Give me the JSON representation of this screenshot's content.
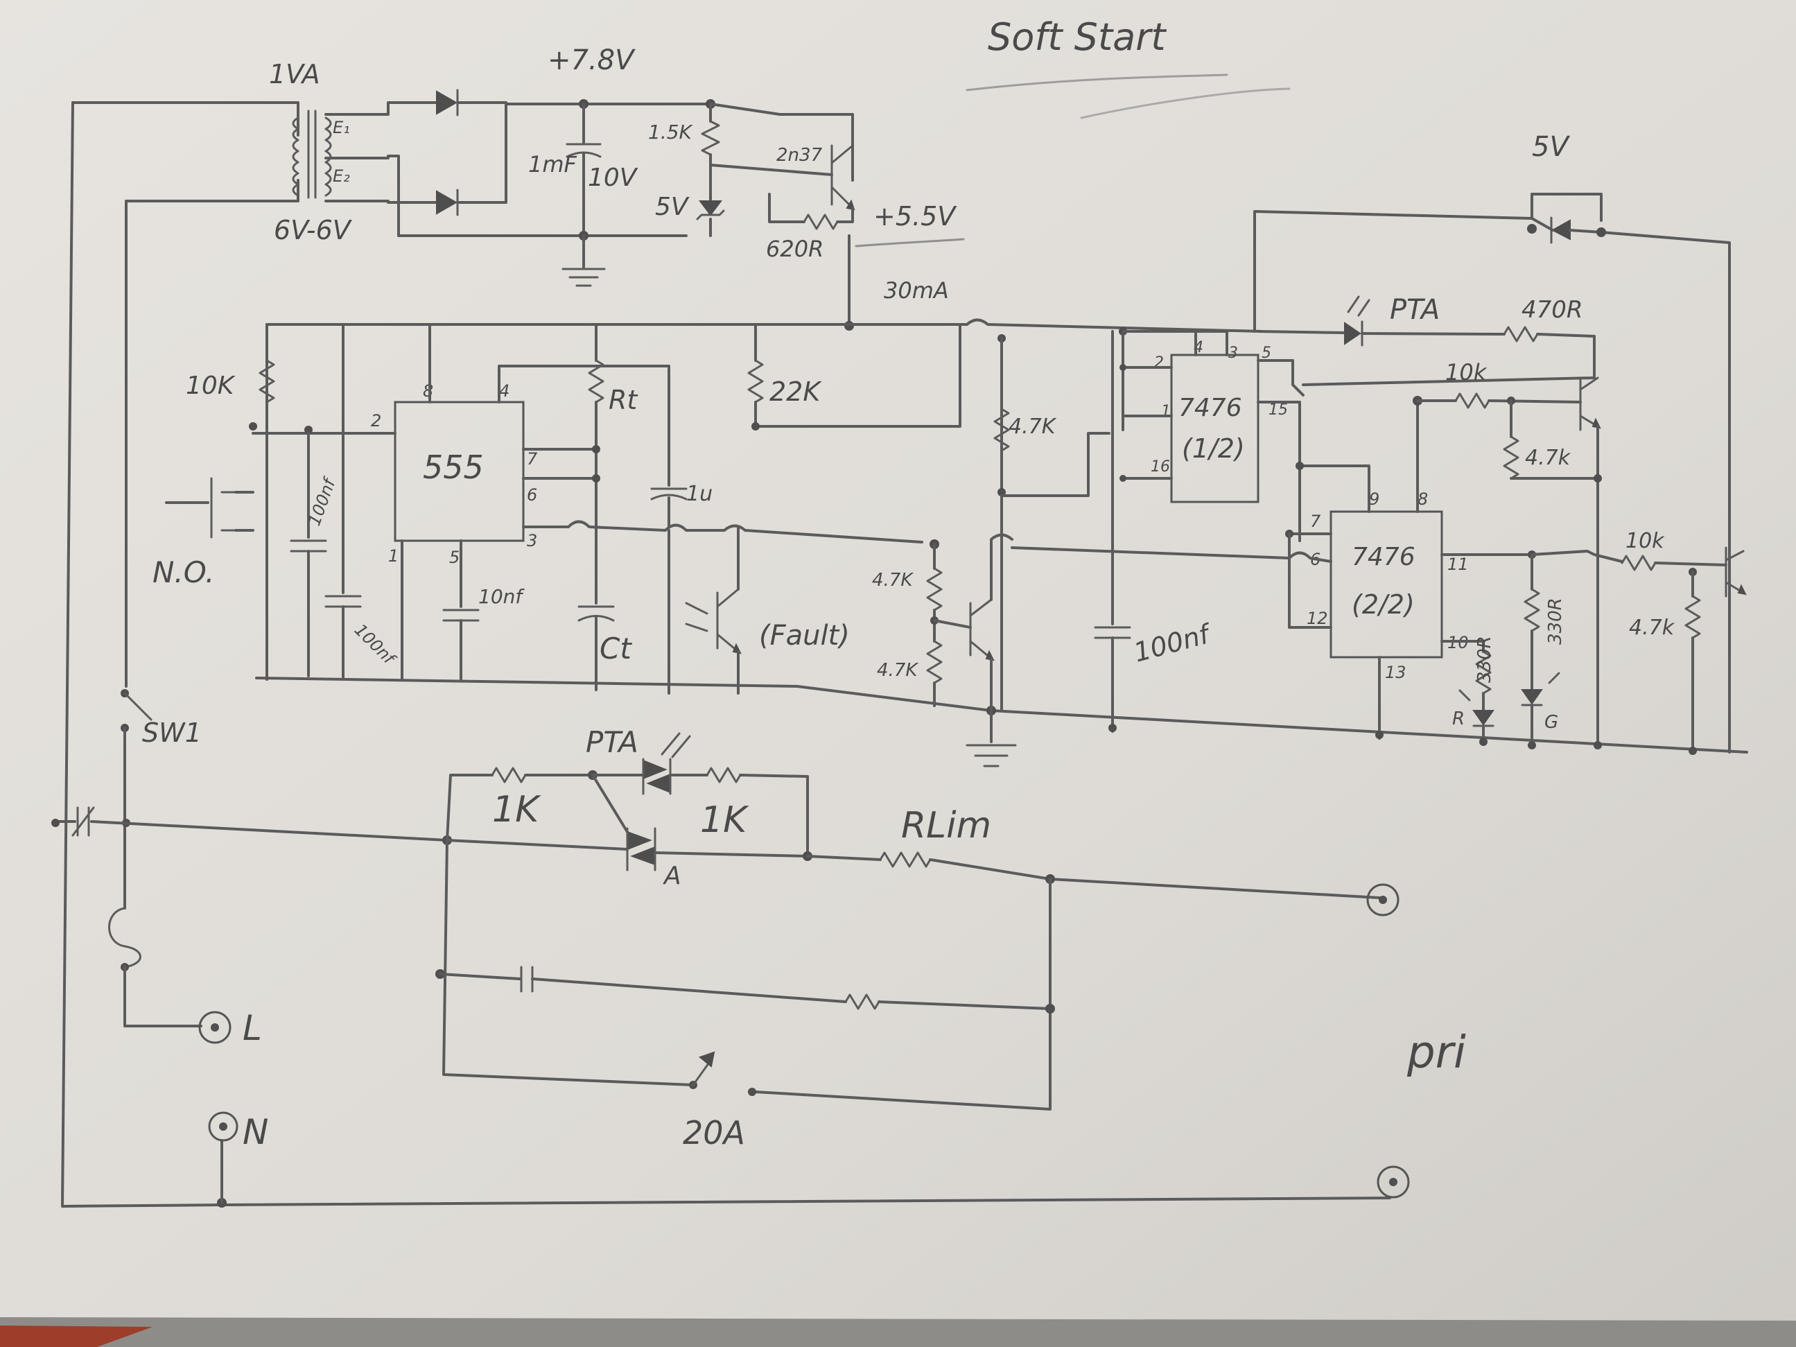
{
  "title": "Soft Start",
  "labels": {
    "transformer_va": "1VA",
    "transformer_voltage": "6V-6V",
    "secondary_1": "E₁",
    "secondary_2": "E₂",
    "supply_raw": "+7.8V",
    "cap_main_value": "1mF",
    "cap_main_voltage": "10V",
    "pot_value": "1.5K",
    "zener_5v": "5V",
    "transistor_supply": "2n37",
    "resistor_620": "620R",
    "supply_reg": "+5.5V",
    "supply_current": "30mA",
    "timer_ic": "555",
    "pin_2": "2",
    "pin_8": "8",
    "pin_4": "4",
    "pin_7": "7",
    "pin_6": "6",
    "pin_3": "3",
    "pin_1": "1",
    "pin_5": "5",
    "r_10k_left": "10K",
    "r_t": "Rt",
    "r_22k": "22K",
    "cap_1uf": "1u",
    "c_t": "Ct",
    "cap_100nf_a": "100nf",
    "cap_100nf_b": "100nf",
    "cap_100nf_c": "100nf",
    "cap_10nf": "10nf",
    "switch_no": "N.O.",
    "fault": "(Fault)",
    "r_47k_a": "4.7K",
    "r_47k_b": "4.7K",
    "r_47k_c": "4.7K",
    "ff_top_chip": "7476",
    "ff_top_half": "(1/2)",
    "ff_bottom_chip": "7476",
    "ff_bottom_half": "(2/2)",
    "ff_pins": {
      "p2": "2",
      "p4": "4",
      "p3": "3",
      "p5": "5",
      "p1": "1",
      "p16": "16",
      "p15": "15",
      "p9": "9",
      "p8": "8",
      "p7": "7",
      "p6": "6",
      "p12": "12",
      "p11": "11",
      "p10": "10",
      "p13": "13"
    },
    "zener_top": "5V",
    "led_pta": "PTA",
    "r_470": "470R",
    "r_10k_mid": "10k",
    "r_47k_right": "4.7k",
    "r_10k_right": "10k",
    "r_47k_bottom": "4.7k",
    "r_330_a": "330R",
    "r_330_b": "330R",
    "led_r": "R",
    "led_g": "G",
    "sw1": "SW1",
    "triac_pta": "PTA",
    "r_1k_a": "1K",
    "r_1k_b": "1K",
    "triac_a": "A",
    "r_lim": "RLim",
    "relay_current": "20A",
    "terminal_l": "L",
    "terminal_n": "N",
    "pri": "pri"
  }
}
